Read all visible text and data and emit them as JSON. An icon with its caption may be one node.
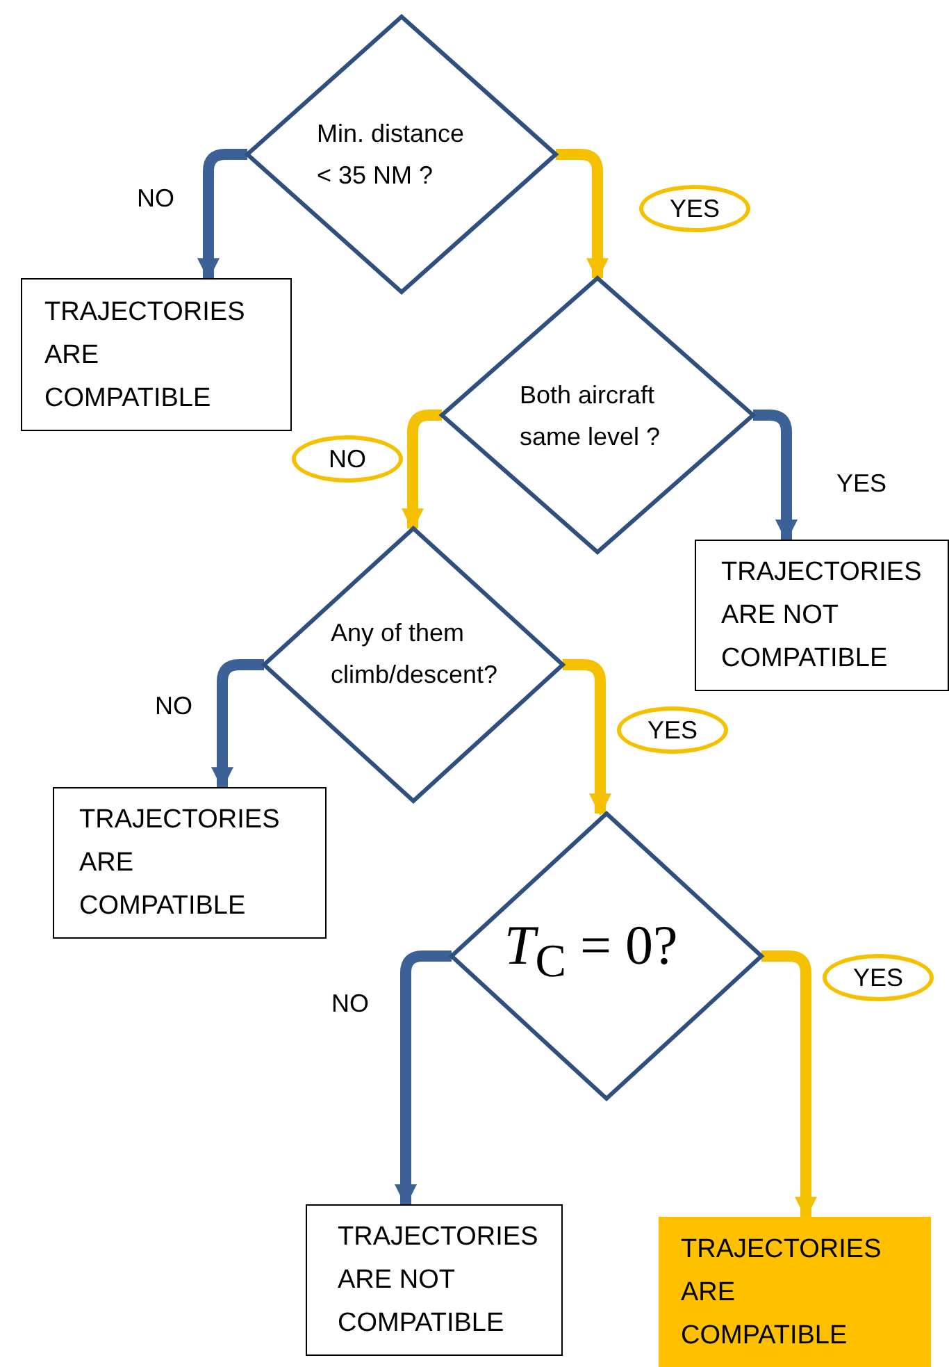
{
  "diagram": {
    "nodes": [
      {
        "text": [
          "Min.  distance < 35 NM ?"
        ]
      },
      {
        "text": [
          "TRAJECTORIES ARE COMPATIBLE"
        ]
      },
      {
        "text": [
          "Both aircraft same level ?"
        ]
      },
      {
        "text": [
          "TRAJECTORIES ARE NOT COMPATIBLE"
        ]
      },
      {
        "text": [
          "Any of them climb/descent?"
        ]
      },
      {
        "text": [
          "TRAJECTORIES ARE COMPATIBLE"
        ]
      },
      {
        "text": [
          "*T*$_{C}$ = 0?"
        ]
      },
      {
        "text": [
          "TRAJECTORIES ARE NOT COMPATIBLE"
        ]
      },
      {
        "text": [
          "TRAJECTORIES ARE COMPATIBLE"
        ]
      }
    ],
    "edges": [
      {
        "from": 0,
        "to": 1,
        "arrow": "to",
        "label": "NO",
        "color": "#3c6196"
      },
      {
        "from": 0,
        "to": 2,
        "arrow": "to",
        "label": "YES",
        "color": "#f5c000"
      },
      {
        "from": 2,
        "to": 3,
        "arrow": "to",
        "label": "YES",
        "color": "#3c6196"
      },
      {
        "from": 2,
        "to": 4,
        "arrow": "to",
        "label": "NO",
        "color": "#f5c000"
      },
      {
        "from": 4,
        "to": 5,
        "arrow": "to",
        "label": "NO",
        "color": "#3c6196"
      },
      {
        "from": 4,
        "to": 6,
        "arrow": "to",
        "label": "YES",
        "color": "#f5c000"
      },
      {
        "from": 6,
        "to": 7,
        "arrow": "to",
        "label": "NO",
        "color": "#3c6196"
      },
      {
        "from": 6,
        "to": 8,
        "arrow": "to",
        "label": "YES",
        "color": "#f5c000"
      }
    ]
  }
}
